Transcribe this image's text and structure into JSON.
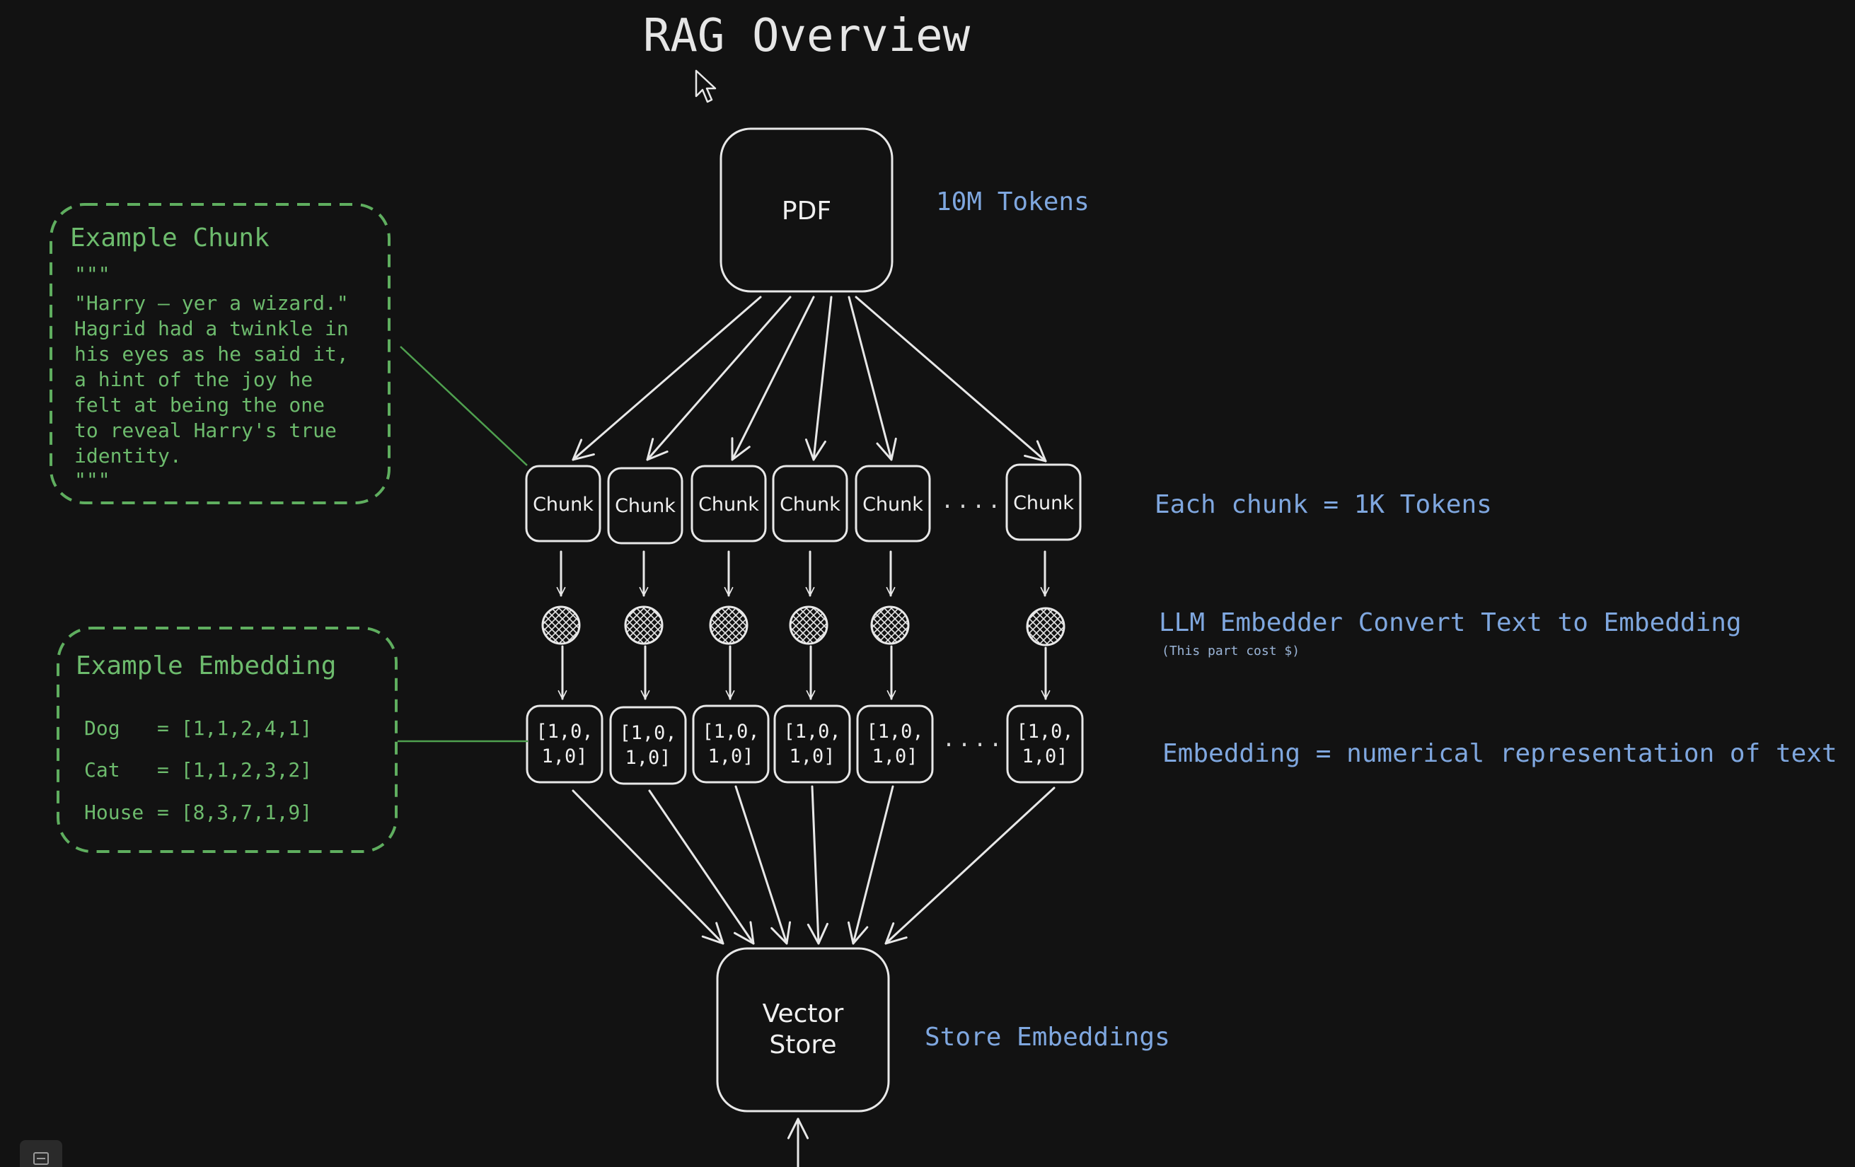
{
  "title": "RAG Overview",
  "pdf": {
    "label": "PDF",
    "note": "10M Tokens"
  },
  "chunks": {
    "label": "Chunk",
    "count_visible": 6,
    "ellipsis": ".....",
    "note": "Each chunk = 1K Tokens"
  },
  "embedder": {
    "note": "LLM Embedder Convert Text to Embedding",
    "subnote": "(This part cost $)"
  },
  "embeddings": {
    "line1": "[1,0,",
    "line2": "1,0]",
    "ellipsis": ".....",
    "note": "Embedding = numerical representation of text"
  },
  "vector_store": {
    "line1": "Vector",
    "line2": "Store",
    "note": "Store Embeddings"
  },
  "example_chunk": {
    "title": "Example Chunk",
    "lines": [
      "\"\"\"",
      "\"Harry — yer a wizard.\"",
      "Hagrid had a twinkle in",
      "his eyes as he said it,",
      "a hint of the joy he",
      "felt at being the one",
      "to reveal Harry's true",
      "identity.",
      "\"\"\""
    ]
  },
  "example_embedding": {
    "title": "Example Embedding",
    "rows": [
      {
        "word": "Dog",
        "vector": "= [1,1,2,4,1]"
      },
      {
        "word": "Cat",
        "vector": "= [1,1,2,3,2]"
      },
      {
        "word": "House",
        "vector": "= [8,3,7,1,9]"
      }
    ]
  },
  "colors": {
    "background": "#121212",
    "line": "#e8e8e8",
    "annotation_blue": "#7fa7df",
    "example_green": "#6dbb6d"
  },
  "icons": [
    "cursor-icon",
    "embedder-node-icon",
    "toolbar-icon"
  ]
}
